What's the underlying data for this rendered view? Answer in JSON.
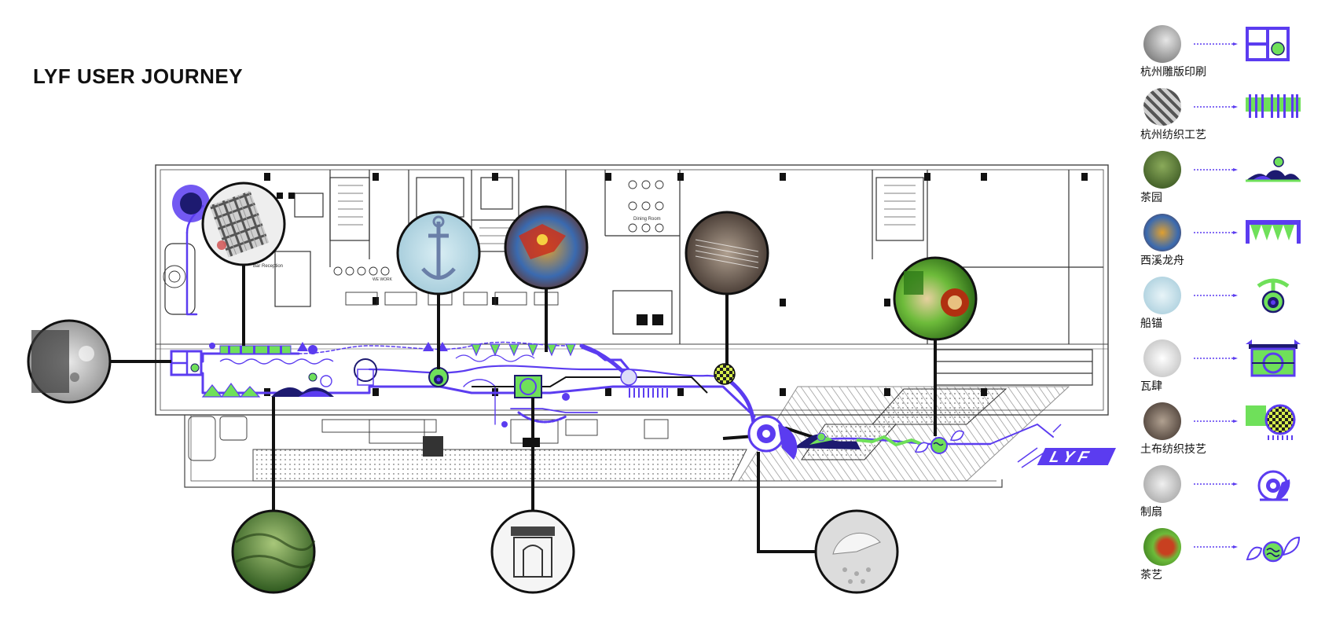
{
  "title": "LYF USER JOURNEY",
  "colors": {
    "accent": "#5b3cf0",
    "green": "#6fe05a",
    "black": "#111111",
    "line": "#444444"
  },
  "legend": [
    {
      "label": "杭州雕版印刷",
      "icon": "woodblock-print-icon"
    },
    {
      "label": "杭州纺织工艺",
      "icon": "textile-craft-icon"
    },
    {
      "label": "茶园",
      "icon": "tea-garden-icon"
    },
    {
      "label": "西溪龙舟",
      "icon": "dragon-boat-icon"
    },
    {
      "label": "船锚",
      "icon": "anchor-icon"
    },
    {
      "label": "瓦肆",
      "icon": "washi-pavilion-icon"
    },
    {
      "label": "土布纺织技艺",
      "icon": "homespun-weaving-icon"
    },
    {
      "label": "制扇",
      "icon": "fan-making-icon"
    },
    {
      "label": "茶艺",
      "icon": "tea-art-icon"
    }
  ],
  "plan_labels": {
    "reception": "Bar Reception",
    "dining": "Dining Room",
    "we_work": "WE WORK",
    "logo": "LYF"
  }
}
